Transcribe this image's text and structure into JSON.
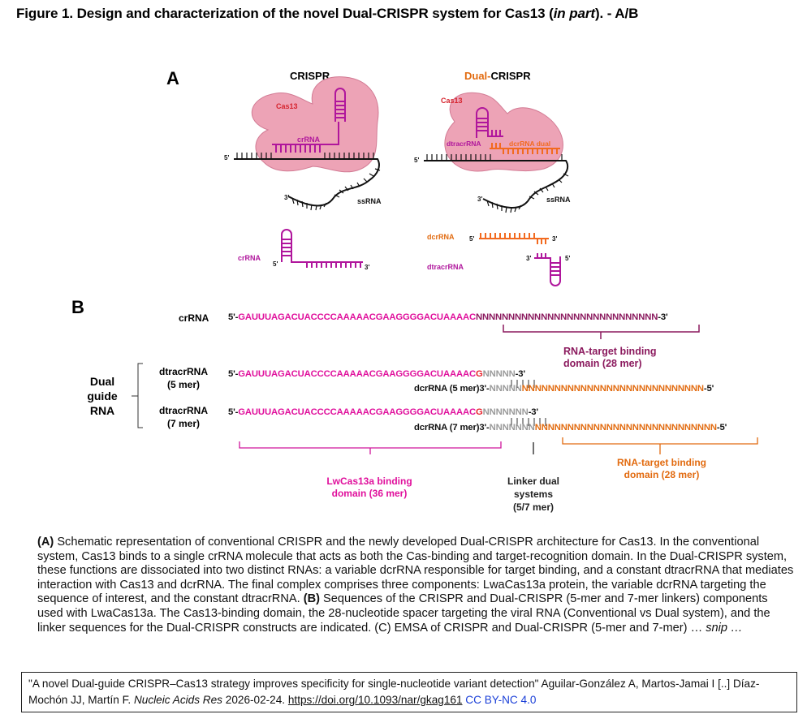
{
  "figure": {
    "title": "Figure 1. Design and characterization of the novel Dual-CRISPR system for Cas13 (",
    "title_italic": "in part",
    "title_suffix": "). - A/B"
  },
  "panel_a": {
    "letter": "A",
    "crispr": {
      "heading": "CRISPR",
      "protein_label": "Cas13",
      "guide_label": "crRNA",
      "target_label": "ssRNA",
      "five_prime": "5'",
      "three_prime": "3'",
      "component_label": "crRNA"
    },
    "dual": {
      "heading_prefix": "Dual-",
      "heading_suffix": "CRISPR",
      "protein_label": "Cas13",
      "tracr_label": "dtracrRNA",
      "dcr_label": "dcrRNA dual",
      "target_label": "ssRNA",
      "five_prime": "5'",
      "three_prime": "3'",
      "component_dcr_label": "dcrRNA",
      "component_tracr_label": "dtracrRNA"
    }
  },
  "panel_b": {
    "letter": "B",
    "crrna": {
      "name": "crRNA",
      "prefix": "5'-",
      "binding": "GAUUUAGACUACCCCAAAAACGAAGGGGACUAAAAC",
      "spacer": "NNNNNNNNNNNNNNNNNNNNNNNNNNNN",
      "suffix": "-3'",
      "domain_label_line1": "RNA-target binding",
      "domain_label_line2": "domain (28 mer)"
    },
    "dual_group_label": [
      "Dual",
      "guide",
      "RNA"
    ],
    "rows": [
      {
        "tracr_name": "dtracrRNA",
        "tracr_size": "(5 mer)",
        "prefix": "5'-",
        "binding": "GAUUUAGACUACCCCAAAAACGAAGGGGACUAAAAC",
        "mismatch": "G",
        "linker": "NNNNN",
        "suffix": "-3'",
        "dcr_name": "dcrRNA (5 mer)",
        "dcr_prefix": "3'-",
        "dcr_linker": "NNNNN",
        "dcr_spacer": "NNNNNNNNNNNNNNNNNNNNNNNNNNNN",
        "dcr_suffix": "-5'",
        "pairs": 5
      },
      {
        "tracr_name": "dtracrRNA",
        "tracr_size": "(7 mer)",
        "prefix": "5'-",
        "binding": "GAUUUAGACUACCCCAAAAACGAAGGGGACUAAAAC",
        "mismatch": "G",
        "linker": "NNNNNNN",
        "suffix": "-3'",
        "dcr_name": "dcrRNA (7 mer)",
        "dcr_prefix": "3'-",
        "dcr_linker": "NNNNNNN",
        "dcr_spacer": "NNNNNNNNNNNNNNNNNNNNNNNNNNNN",
        "dcr_suffix": "-5'",
        "pairs": 7
      }
    ],
    "annotations": {
      "cas_binding_line1": "LwCas13a binding",
      "cas_binding_line2": "domain (36 mer)",
      "linker_line1": "Linker dual",
      "linker_line2": "systems",
      "linker_line3": "(5/7 mer)",
      "target_line1": "RNA-target binding",
      "target_line2": "domain (28 mer)"
    }
  },
  "caption": {
    "a_label": "(A)",
    "a_text": " Schematic representation of conventional CRISPR and the newly developed Dual-CRISPR architecture for Cas13. In the conventional system, Cas13 binds to a single crRNA molecule that acts as both the Cas-binding and target-recognition domain. In the Dual-CRISPR system, these functions are dissociated into two distinct RNAs: a variable dcrRNA responsible for target binding, and a constant dtracrRNA that mediates interaction with Cas13 and dcrRNA. The final complex comprises three components: LwaCas13a protein, the variable dcrRNA targeting the sequence of interest, and the constant dtracrRNA. ",
    "b_label": "(B)",
    "b_text": " Sequences of the CRISPR and Dual-CRISPR (5-mer and 7-mer linkers) components used with LwaCas13a. The Cas13-binding domain, the 28-nucleotide spacer targeting the viral RNA (Conventional vs Dual system), and the linker sequences for the Dual-CRISPR constructs are indicated. (C) EMSA of CRISPR and Dual-CRISPR (5-mer and 7-mer) … ",
    "snip": "snip …"
  },
  "citation": {
    "text1": "\"A novel Dual-guide CRISPR–Cas13 strategy improves specificity for single-nucleotide variant detection\" Aguilar-González A, Martos-Jamai I [..] Díaz-Mochón JJ, Martín F. ",
    "journal": "Nucleic Acids Res",
    "date": " 2026-02-24. ",
    "doi": "https://doi.org/10.1093/nar/gkag161",
    "license": "CC BY-NC 4.0"
  },
  "colors": {
    "cas13_fill": "#eda3b6",
    "crrna": "#b0169c",
    "dcrrna": "#f26a1f",
    "binding_pink": "#e0109c",
    "spacer_plum": "#8b1a5e",
    "linker_grey": "#9a9a9a",
    "mismatch_red": "#e8202a",
    "dcr_orange": "#e26b10",
    "license_blue": "#1a3fd8"
  }
}
